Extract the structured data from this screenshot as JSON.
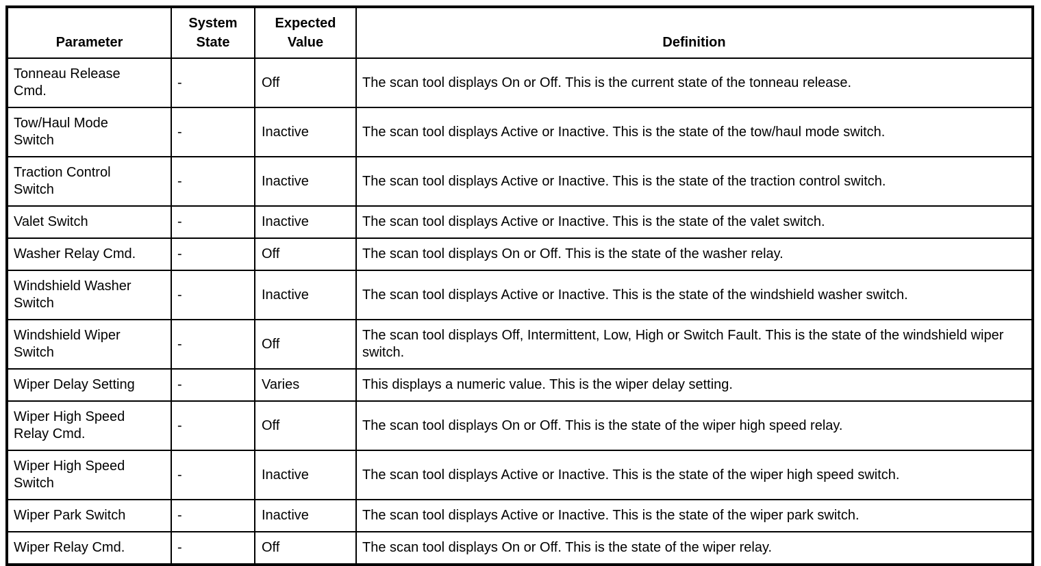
{
  "table": {
    "columns": [
      "Parameter",
      "System State",
      "Expected Value",
      "Definition"
    ],
    "rows": [
      {
        "parameter": "Tonneau Release Cmd.",
        "system_state": "-",
        "expected_value": "Off",
        "definition": "The scan tool displays On or Off. This is the current state of the tonneau release."
      },
      {
        "parameter": "Tow/Haul Mode Switch",
        "system_state": "-",
        "expected_value": "Inactive",
        "definition": "The scan tool displays Active or Inactive. This is the state of the tow/haul mode switch."
      },
      {
        "parameter": "Traction Control Switch",
        "system_state": "-",
        "expected_value": "Inactive",
        "definition": "The scan tool displays Active or Inactive. This is the state of the traction control switch."
      },
      {
        "parameter": "Valet Switch",
        "system_state": "-",
        "expected_value": "Inactive",
        "definition": "The scan tool displays Active or Inactive. This is the state of the valet switch."
      },
      {
        "parameter": "Washer Relay Cmd.",
        "system_state": "-",
        "expected_value": "Off",
        "definition": "The scan tool displays On or Off. This is the state of the washer relay."
      },
      {
        "parameter": "Windshield Washer Switch",
        "system_state": "-",
        "expected_value": "Inactive",
        "definition": "The scan tool displays Active or Inactive. This is the state of the windshield washer switch."
      },
      {
        "parameter": "Windshield Wiper Switch",
        "system_state": "-",
        "expected_value": "Off",
        "definition": "The scan tool displays Off, Intermittent, Low, High or Switch Fault. This is the state of the windshield wiper switch."
      },
      {
        "parameter": "Wiper Delay Setting",
        "system_state": "-",
        "expected_value": "Varies",
        "definition": "This displays a numeric value. This is the wiper delay setting."
      },
      {
        "parameter": "Wiper High Speed Relay Cmd.",
        "system_state": "-",
        "expected_value": "Off",
        "definition": "The scan tool displays On or Off. This is the state of the wiper high speed relay."
      },
      {
        "parameter": "Wiper High Speed Switch",
        "system_state": "-",
        "expected_value": "Inactive",
        "definition": "The scan tool displays Active or Inactive. This is the state of the wiper high speed switch."
      },
      {
        "parameter": "Wiper Park Switch",
        "system_state": "-",
        "expected_value": "Inactive",
        "definition": "The scan tool displays Active or Inactive. This is the state of the wiper park switch."
      },
      {
        "parameter": "Wiper Relay Cmd.",
        "system_state": "-",
        "expected_value": "Off",
        "definition": "The scan tool displays On or Off. This is the state of the wiper relay."
      }
    ]
  }
}
